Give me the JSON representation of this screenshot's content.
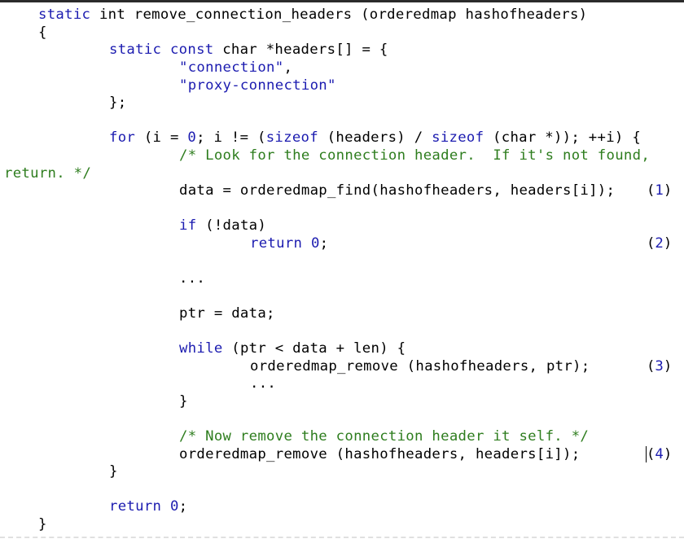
{
  "code_view": {
    "language": "C",
    "lines": [
      {
        "text": "static int remove_connection_headers (orderedmap hashofheaders)"
      },
      {
        "text": "{"
      },
      {
        "text": "static const char *headers[] = {"
      },
      {
        "text": "\"connection\","
      },
      {
        "text": "\"proxy-connection\""
      },
      {
        "text": "};"
      },
      {
        "text": "for (i = 0; i != (sizeof (headers) / sizeof (char *)); ++i) {"
      },
      {
        "text": "/* Look for the connection header.  If it's not found,"
      },
      {
        "text": "return. */"
      },
      {
        "text": "data = orderedmap_find(hashofheaders, headers[i]);"
      },
      {
        "text": "if (!data)"
      },
      {
        "text": "return 0;"
      },
      {
        "text": "..."
      },
      {
        "text": "ptr = data;"
      },
      {
        "text": "while (ptr < data + len) {"
      },
      {
        "text": "orderedmap_remove (hashofheaders, ptr);"
      },
      {
        "text": "..."
      },
      {
        "text": "}"
      },
      {
        "text": "/* Now remove the connection header it self. */"
      },
      {
        "text": "orderedmap_remove (hashofheaders, headers[i]);"
      },
      {
        "text": "}"
      },
      {
        "text": "return 0;"
      },
      {
        "text": "}"
      }
    ],
    "tokens": {
      "l0_kw1": "static",
      "l0_kw2": " int ",
      "l0_rest": "remove_connection_headers (orderedmap hashofheaders)",
      "l1": "{",
      "l2_kw1": "static",
      "l2_kw2": "const",
      "l2_rest": " char *headers[] = {",
      "l3_str": "\"connection\"",
      "l3_rest": ",",
      "l4_str": "\"proxy-connection\"",
      "l5": "};",
      "l6_kw_for": "for",
      "l6_a": " (i = ",
      "l6_num": "0",
      "l6_b": "; i != (",
      "l6_kw_sizeof1": "sizeof",
      "l6_c": " (headers) / ",
      "l6_kw_sizeof2": "sizeof",
      "l6_d": " (char *)); ++i) {",
      "l7_cm": "/* Look for the connection header.  If it's not found,",
      "l8_cm": "return. */",
      "l9": "data = orderedmap_find(hashofheaders, headers[i]);",
      "l10_kw": "if",
      "l10_rest": " (!data)",
      "l11_kw": "return",
      "l11_sp": " ",
      "l11_num": "0",
      "l11_end": ";",
      "l12": "...",
      "l13": "ptr = data;",
      "l14_kw": "while",
      "l14_rest": " (ptr < data + len) {",
      "l15": "orderedmap_remove (hashofheaders, ptr);",
      "l16": "...",
      "l17": "}",
      "l18_cm": "/* Now remove the connection header it self. */",
      "l19": "orderedmap_remove (hashofheaders, headers[i]);",
      "l20": "}",
      "l21_kw": "return",
      "l21_sp": " ",
      "l21_num": "0",
      "l21_end": ";",
      "l22": "}"
    },
    "annotations": [
      {
        "open": "(",
        "num": "1",
        "close": ")"
      },
      {
        "open": "(",
        "num": "2",
        "close": ")"
      },
      {
        "open": "(",
        "num": "3",
        "close": ")"
      },
      {
        "open": "(",
        "num": "4",
        "close": ")"
      }
    ],
    "colors": {
      "keyword": "#1c1cb0",
      "comment": "#2e7d1e",
      "text": "#000000",
      "background": "#ffffff"
    }
  }
}
